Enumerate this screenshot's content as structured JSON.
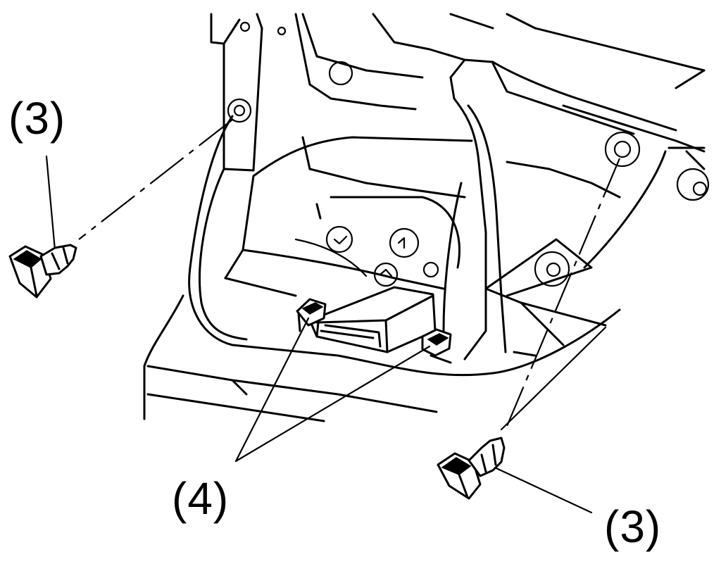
{
  "labels": {
    "clip_left": "(3)",
    "connectors": "(4)",
    "clip_right": "(3)"
  },
  "colors": {
    "line": "#000000",
    "background": "#ffffff"
  }
}
